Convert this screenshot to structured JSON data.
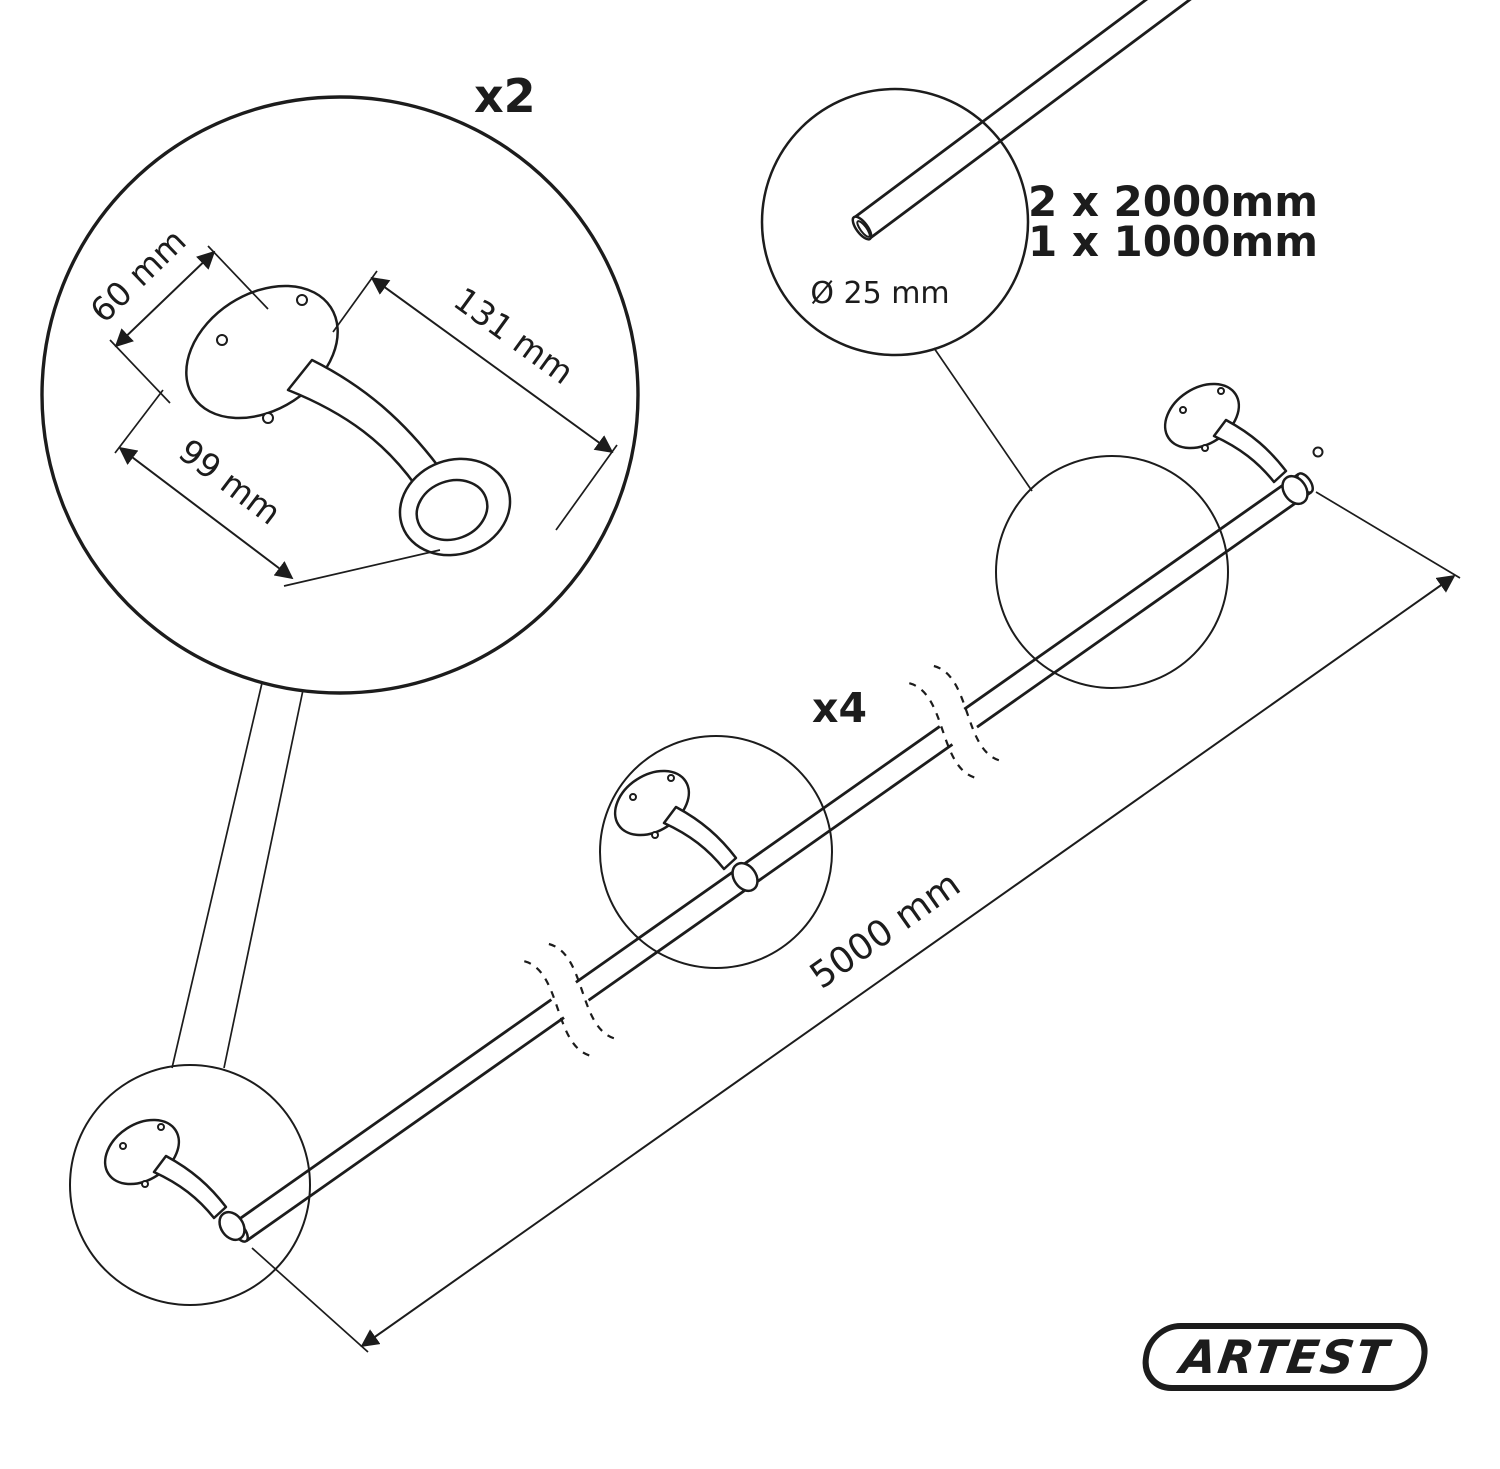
{
  "diagram": {
    "background_color": "#ffffff",
    "line_color": "#1c1c1c",
    "detail_view": {
      "quantity_label": "x2",
      "dimensions": {
        "flange_width": "60 mm",
        "overall_length": "131 mm",
        "projection": "99 mm"
      }
    },
    "tube_view": {
      "diameter_label": "Ø 25 mm",
      "length_labels": [
        "2 x 2000mm",
        "1 x 1000mm"
      ]
    },
    "rail_view": {
      "bracket_quantity_label": "x4",
      "total_length_label": "5000 mm"
    },
    "brand": {
      "name": "ARTEST"
    }
  }
}
